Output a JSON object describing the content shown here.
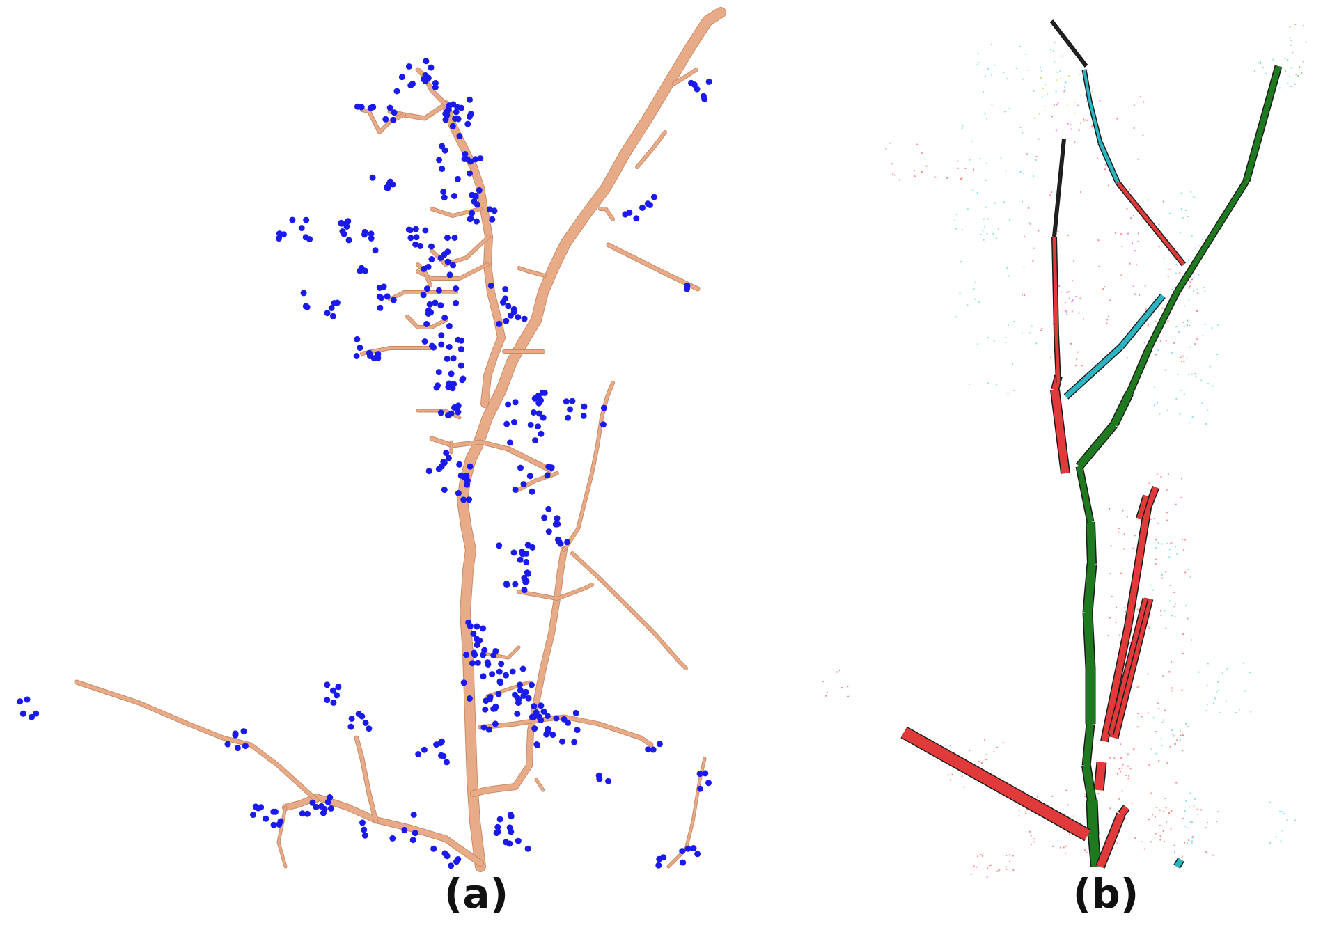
{
  "figure": {
    "panels": [
      {
        "id": "a",
        "label": "(a)",
        "content": "skeleton-with-points"
      },
      {
        "id": "b",
        "label": "(b)",
        "content": "cylinder-model"
      }
    ]
  },
  "colors": {
    "background": "#ffffff",
    "branch": "#e8ab88",
    "branch_edge": "#c88a66",
    "point": "#1a1aee",
    "cyl_green": "#1f7a1f",
    "cyl_red": "#e03a3a",
    "cyl_cyan": "#2bb5c0",
    "cyl_black": "#222222",
    "caption": "#111111"
  }
}
